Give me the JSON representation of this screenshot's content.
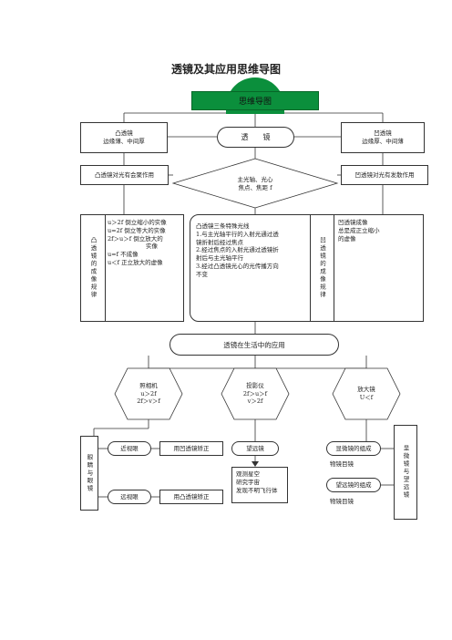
{
  "title": "透镜及其应用思维导图",
  "root": "思维导图",
  "lens": "透　　镜",
  "convex": {
    "name": "凸透镜",
    "shape": "边缘薄、中间厚",
    "effect": "凸透镜对光有会聚作用"
  },
  "concave": {
    "name": "凹透镜",
    "shape": "边缘厚、中间薄",
    "effect": "凹透镜对光有发散作用"
  },
  "axis": {
    "line1": "主光轴、光心",
    "line2": "焦点、焦距 f"
  },
  "convex_rule_label": "凸透镜的成像规律",
  "convex_rules": [
    "u＞2f 倒立缩小的实像",
    "u=2f 倒立等大的实像",
    "2f＞u＞f  倒立放大的",
    "实像",
    "u=f  不成像",
    "u＜f 正立放大的虚像"
  ],
  "rays": [
    "凸透镜三条特殊光线",
    "1.与主光轴平行的入射光通过透",
    "镜折射后经过焦点",
    "2.经过焦点的入射光通过透镜折",
    "射后与主光轴平行",
    "3.经过凸透镜光心的光传播方向",
    "不变"
  ],
  "concave_rule_label": "凹透镜的成像规律",
  "concave_rules": [
    "凹透镜成像",
    "总是成正立缩小",
    "的虚像"
  ],
  "life": "透镜在生活中的应用",
  "camera": [
    "照相机",
    "u＞2f",
    "2f＞v＞f"
  ],
  "projector": [
    "投影仪",
    "2f＞u＞f",
    "v＞2f"
  ],
  "magnifier": [
    "放大镜",
    "U＜f"
  ],
  "eye_label": "眼睛与眼镜",
  "myopia": "近视眼",
  "myopia_fix": "用凹透镜矫正",
  "hyperopia": "远视眼",
  "hyperopia_fix": "用凸透镜矫正",
  "telescope": "望远镜",
  "telescope_uses": [
    "观测星空",
    "研究宇宙",
    "发现不明飞行体"
  ],
  "micro_comp": "显微镜的组成",
  "micro_parts": "物镜目镜",
  "tele_comp": "望远镜的组成",
  "tele_parts": "物镜目镜",
  "scope_label": "显微镜与望远镜"
}
